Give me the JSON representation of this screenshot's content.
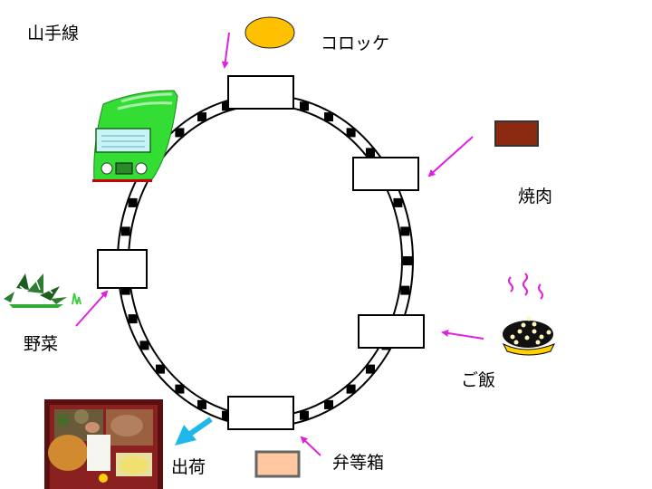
{
  "title": "山手線",
  "labels": {
    "croquette": "コロッケ",
    "yakiniku": "焼肉",
    "gohan": "ご飯",
    "bento_box": "弁等箱",
    "vegetables": "野菜",
    "shipping": "出荷"
  },
  "colors": {
    "track": "#000000",
    "arrow": "#e020e0",
    "shipping_arrow": "#20b8e8",
    "croquette": "#ffc000",
    "yakiniku": "#8b2a10",
    "bento_box": "#ffc8a0",
    "train": "#33dd33",
    "vegetables": "#2e7d32"
  },
  "icons": {
    "train": "green-train-icon",
    "croquette": "croquette-icon",
    "yakiniku": "grilled-meat-icon",
    "gohan": "steaming-rice-icon",
    "bento_box": "bento-box-icon",
    "vegetables": "vegetables-icon",
    "bento_photo": "bento-lunch-photo"
  }
}
